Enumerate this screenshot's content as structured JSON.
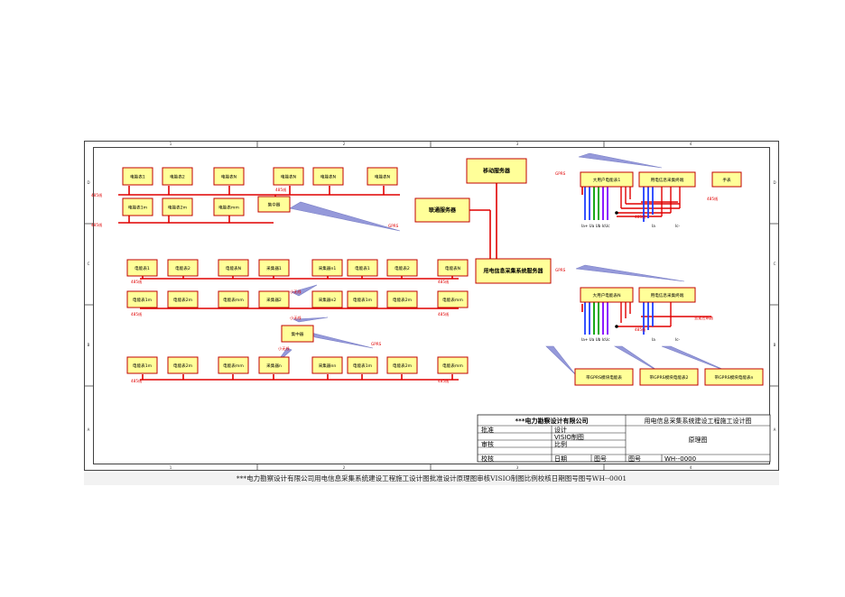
{
  "colors": {
    "box_fill": "#ffff99",
    "box_stroke": "#c00000",
    "bus": "#e00000",
    "callout": "#8a8fd6",
    "grid": "#404040",
    "blue": "#1f3fff",
    "green": "#00a000",
    "purple": "#8000ff"
  },
  "grid": {
    "cols": [
      "1",
      "2",
      "3",
      "4"
    ],
    "rows": [
      "D",
      "C",
      "B",
      "A"
    ]
  },
  "meters": [
    {
      "id": "m1",
      "label": "电能表1"
    },
    {
      "id": "m2",
      "label": "电能表2"
    },
    {
      "id": "m3",
      "label": "电能表N"
    },
    {
      "id": "m4",
      "label": "电能表N"
    },
    {
      "id": "m5",
      "label": "电能表N"
    },
    {
      "id": "m6",
      "label": "电能表N"
    },
    {
      "id": "m7",
      "label": "电能表1m"
    },
    {
      "id": "m8",
      "label": "电能表2m"
    },
    {
      "id": "m9",
      "label": "电能表mm"
    },
    {
      "id": "c1",
      "label": "集中器"
    },
    {
      "id": "r1",
      "label": "电能表1"
    },
    {
      "id": "r2",
      "label": "电能表2"
    },
    {
      "id": "r3",
      "label": "电能表N"
    },
    {
      "id": "r4",
      "label": "采集器1"
    },
    {
      "id": "r5",
      "label": "采集器n1"
    },
    {
      "id": "r6",
      "label": "电能表1"
    },
    {
      "id": "r7",
      "label": "电能表2"
    },
    {
      "id": "r8",
      "label": "电能表N"
    },
    {
      "id": "s1",
      "label": "电能表1m"
    },
    {
      "id": "s2",
      "label": "电能表2m"
    },
    {
      "id": "s3",
      "label": "电能表mm"
    },
    {
      "id": "s4",
      "label": "采集器2"
    },
    {
      "id": "s5",
      "label": "采集器n2"
    },
    {
      "id": "s6",
      "label": "电能表1m"
    },
    {
      "id": "s7",
      "label": "电能表2m"
    },
    {
      "id": "s8",
      "label": "电能表mm"
    },
    {
      "id": "c2",
      "label": "集中器"
    },
    {
      "id": "t1",
      "label": "电能表1m"
    },
    {
      "id": "t2",
      "label": "电能表2m"
    },
    {
      "id": "t3",
      "label": "电能表mm"
    },
    {
      "id": "t4",
      "label": "采集器n"
    },
    {
      "id": "t5",
      "label": "采集器nn"
    },
    {
      "id": "t6",
      "label": "电能表1m"
    },
    {
      "id": "t7",
      "label": "电能表2m"
    },
    {
      "id": "t8",
      "label": "电能表mm"
    },
    {
      "id": "srv1",
      "label": "移动服务器"
    },
    {
      "id": "srv2",
      "label": "联通服务器"
    },
    {
      "id": "srv3",
      "label": "用电信息采集系统服务器"
    },
    {
      "id": "u1",
      "label": "大用户电能表1"
    },
    {
      "id": "u2",
      "label": "用电信息采集终端"
    },
    {
      "id": "u3",
      "label": "手表"
    },
    {
      "id": "u4",
      "label": "大用户电能表N"
    },
    {
      "id": "u5",
      "label": "用电信息采集终端"
    },
    {
      "id": "g1",
      "label": "带GPRS模块电能表"
    },
    {
      "id": "g2",
      "label": "带GPRS模块电能表2"
    },
    {
      "id": "g3",
      "label": "带GPRS模块电能表n"
    }
  ],
  "annotations": [
    {
      "id": "a1",
      "text": "485线"
    },
    {
      "id": "a2",
      "text": "485线"
    },
    {
      "id": "a3",
      "text": "485线"
    },
    {
      "id": "a4",
      "text": "GPRS"
    },
    {
      "id": "a5",
      "text": "485线"
    },
    {
      "id": "a6",
      "text": "485线"
    },
    {
      "id": "a7",
      "text": "485线"
    },
    {
      "id": "a8",
      "text": "485线"
    },
    {
      "id": "a9",
      "text": "小无线"
    },
    {
      "id": "a10",
      "text": "小无线"
    },
    {
      "id": "a11",
      "text": "小无线"
    },
    {
      "id": "a12",
      "text": "GPRS"
    },
    {
      "id": "a13",
      "text": "485线"
    },
    {
      "id": "a14",
      "text": "485线"
    },
    {
      "id": "a15",
      "text": "GPRS"
    },
    {
      "id": "a16",
      "text": "GPRS"
    },
    {
      "id": "a17",
      "text": "485线"
    },
    {
      "id": "a18",
      "text": "485线"
    },
    {
      "id": "a19",
      "text": "Ia+ Ua Ub IcUc"
    },
    {
      "id": "a20",
      "text": "Ia"
    },
    {
      "id": "a21",
      "text": "Ic-"
    },
    {
      "id": "a22",
      "text": "Ia+ Ua Ub IcUc"
    },
    {
      "id": "a23",
      "text": "Ia"
    },
    {
      "id": "a24",
      "text": "Ic-"
    },
    {
      "id": "a25",
      "text": "去遥控断路"
    },
    {
      "id": "a26",
      "text": "485线"
    }
  ],
  "title_block": {
    "company": "***电力勘察设计有限公司",
    "project": "用电信息采集系统建设工程施工设计图",
    "approve": "批准",
    "design": "设计",
    "visio": "VISIO制图",
    "review": "审核",
    "scale": "比例",
    "check": "校核",
    "date": "日期",
    "drawing_no": "图号",
    "drawing_no2": "图号",
    "drawing_no_value": "WH--0000",
    "drawing_name": "原理图"
  },
  "caption": "***电力勘察设计有限公司用电信息采集系统建设工程施工设计图批准设计原理图审核VISIO制图比例校核日期图号图号WH--0001"
}
